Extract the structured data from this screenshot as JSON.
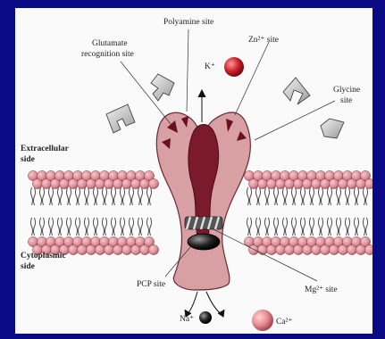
{
  "labels": {
    "polyamine": "Polyamine site",
    "glutamate_line1": "Glutamate",
    "glutamate_line2": "recognition site",
    "zinc": "Zn²⁺ site",
    "potassium": "K⁺",
    "glycine_line1": "Glycine",
    "glycine_line2": "site",
    "extracellular_line1": "Extracellular",
    "extracellular_line2": "side",
    "cytoplasmic_line1": "Cytoplasmic",
    "cytoplasmic_line2": "side",
    "pcp": "PCP site",
    "magnesium": "Mg²⁺ site",
    "sodium": "Na⁺",
    "calcium": "Ca²⁺"
  },
  "colors": {
    "background": "#0a0a84",
    "panel": "#fafafa",
    "channel": "#d9a0a4",
    "pore": "#7a1a2a",
    "lipid_head": "#d98b94",
    "ion_red": "#b5121b",
    "ion_black": "#222222"
  }
}
